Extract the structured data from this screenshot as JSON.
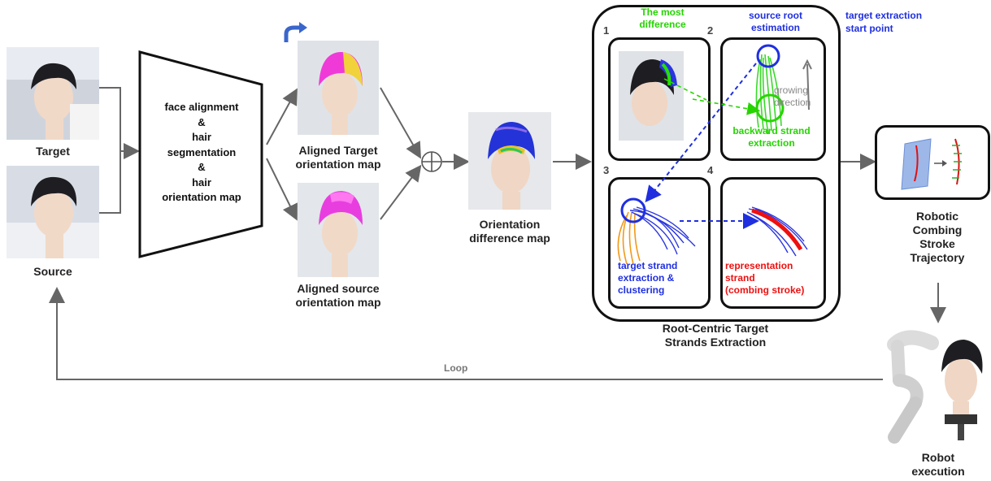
{
  "inputs": {
    "target_label": "Target",
    "source_label": "Source"
  },
  "preprocess_box": {
    "line1": "face alignment",
    "line2": "&",
    "line3": "hair",
    "line4": "segmentation",
    "line5": "&",
    "line6": "hair",
    "line7": "orientation map"
  },
  "aligned": {
    "target_line1": "Aligned Target",
    "target_line2": "orientation map",
    "source_line1": "Aligned source",
    "source_line2": "orientation map"
  },
  "difference": {
    "line1": "Orientation",
    "line2": "difference map"
  },
  "extraction": {
    "title_line1": "Root-Centric Target",
    "title_line2": "Strands Extraction",
    "panel1_num": "1",
    "panel2_num": "2",
    "panel3_num": "3",
    "panel4_num": "4",
    "most_diff_line1": "The most",
    "most_diff_line2": "difference",
    "source_root_line1": "source root",
    "source_root_line2": "estimation",
    "growing_line1": "growing",
    "growing_line2": "direction",
    "backward_line1": "backward strand",
    "backward_line2": "extraction",
    "target_strand_line1": "target strand",
    "target_strand_line2": "extraction &",
    "target_strand_line3": "clustering",
    "repr_line1": "representation",
    "repr_line2": "strand",
    "repr_line3": "(combing stroke)"
  },
  "legend": {
    "line1": "target extraction",
    "line2": "start point"
  },
  "trajectory": {
    "line1": "Robotic",
    "line2": "Combing",
    "line3": "Stroke",
    "line4": "Trajectory"
  },
  "robot": {
    "line1": "Robot",
    "line2": "execution"
  },
  "loop_label": "Loop",
  "colors": {
    "blue": "#1f2fe0",
    "green": "#25d400",
    "red": "#ee1010",
    "arrow_gray": "#666666"
  }
}
